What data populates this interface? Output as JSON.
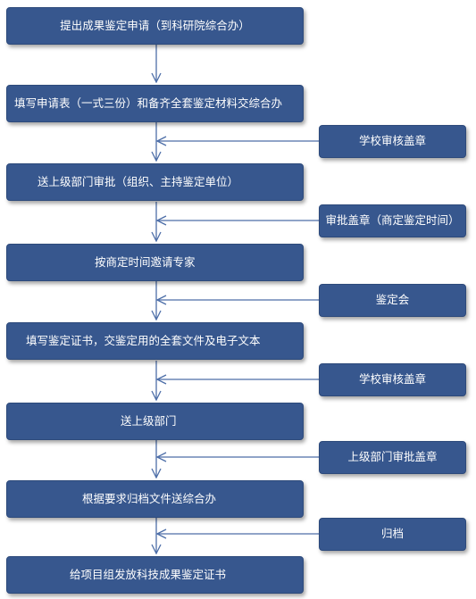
{
  "main_steps": [
    {
      "id": "s1",
      "label": "提出成果鉴定申请（到科研院综合办）"
    },
    {
      "id": "s2",
      "label": "填写申请表（一式三份）和备齐全套鉴定材料交综合办"
    },
    {
      "id": "s3",
      "label": "送上级部门审批（组织、主持鉴定单位）"
    },
    {
      "id": "s4",
      "label": "按商定时间邀请专家"
    },
    {
      "id": "s5",
      "label": "填写鉴定证书，交鉴定用的全套文件及电子文本"
    },
    {
      "id": "s6",
      "label": "送上级部门"
    },
    {
      "id": "s7",
      "label": "根据要求归档文件送综合办"
    },
    {
      "id": "s8",
      "label": "给项目组发放科技成果鉴定证书"
    }
  ],
  "side_steps": [
    {
      "id": "r1",
      "label": "学校审核盖章"
    },
    {
      "id": "r2",
      "label": "审批盖章（商定鉴定时间）"
    },
    {
      "id": "r3",
      "label": "鉴定会"
    },
    {
      "id": "r4",
      "label": "学校审核盖章"
    },
    {
      "id": "r5",
      "label": "上级部门审批盖章"
    },
    {
      "id": "r6",
      "label": "归档"
    }
  ],
  "colors": {
    "box_fill": "#37578e",
    "box_text": "#ffffff",
    "connector": "#4d6ea8"
  }
}
